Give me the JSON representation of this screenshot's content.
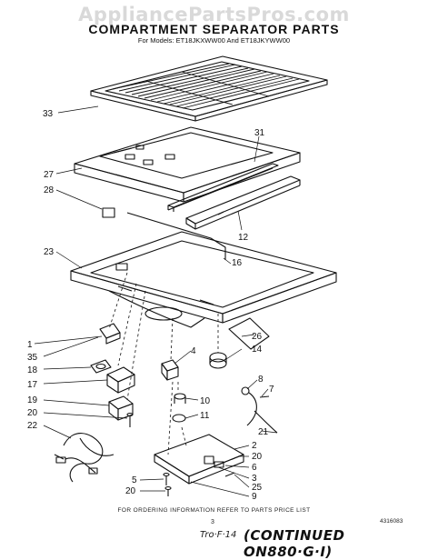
{
  "watermark": "AppliancePartsPros.com",
  "title": "COMPARTMENT SEPARATOR PARTS",
  "subtitle": "For Models: ET18JKXWW00 And ET18JKYWW00",
  "footnote": "FOR ORDERING INFORMATION REFER TO PARTS PRICE LIST",
  "page_number": "3",
  "doc_code": "4316083",
  "handwritten_note_small": "Tro·F·14",
  "handwritten_note": "(CONTINUED ON880·G·I)",
  "callouts": {
    "c33": "33",
    "c31": "31",
    "c27": "27",
    "c28": "28",
    "c12": "12",
    "c23": "23",
    "c16": "16",
    "c1": "1",
    "c35": "35",
    "c18": "18",
    "c17": "17",
    "c19": "19",
    "c20a": "20",
    "c22": "22",
    "c4": "4",
    "c26": "26",
    "c14": "14",
    "c8": "8",
    "c7": "7",
    "c10": "10",
    "c11": "11",
    "c21": "21",
    "c2": "2",
    "c20b": "20",
    "c6": "6",
    "c3": "3",
    "c25": "25",
    "c9": "9",
    "c5": "5",
    "c20c": "20"
  }
}
